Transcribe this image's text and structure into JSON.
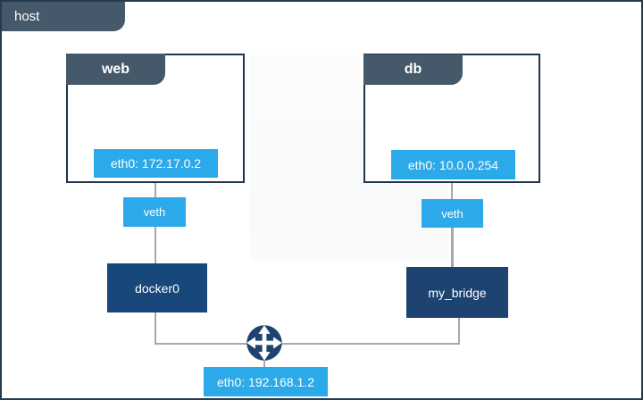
{
  "diagram": {
    "host": {
      "label": "host",
      "interface_label": "eth0: 192.168.1.2"
    },
    "containers": [
      {
        "name": "web",
        "interface_label": "eth0: 172.17.0.2",
        "veth_label": "veth",
        "bridge_label": "docker0"
      },
      {
        "name": "db",
        "interface_label": "eth0: 10.0.0.254",
        "veth_label": "veth",
        "bridge_label": "my_bridge"
      }
    ],
    "icons": {
      "router": "router-crossroads-icon"
    },
    "colors": {
      "accent_blue": "#2BA9E8",
      "bridge_navy": "#17477B",
      "bridge_navy_dark": "#1D4370",
      "tab_slate": "#45596B",
      "box_border": "#20354A",
      "line_gray": "#A3A9AD"
    }
  }
}
